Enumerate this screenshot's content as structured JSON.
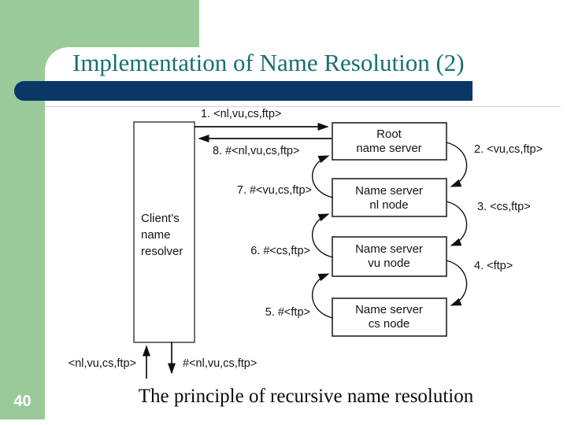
{
  "slide": {
    "title": "Implementation of Name Resolution (2)",
    "caption": "The principle of recursive name resolution",
    "page_number": "40"
  },
  "colors": {
    "sidebar_green": "#9aca9a",
    "bar_navy": "#0a3766",
    "title_teal": "#177070",
    "diagram_ink": "#111111"
  },
  "diagram": {
    "client_box": {
      "line1": "Client's",
      "line2": "name",
      "line3": "resolver"
    },
    "servers": [
      {
        "line1": "Root",
        "line2": "name server"
      },
      {
        "line1": "Name server",
        "line2": "nl node"
      },
      {
        "line1": "Name server",
        "line2": "vu node"
      },
      {
        "line1": "Name server",
        "line2": "cs node"
      }
    ],
    "labels": {
      "step1": "1. <nl,vu,cs,ftp>",
      "step2": "2. <vu,cs,ftp>",
      "step3": "3. <cs,ftp>",
      "step4": "4. <ftp>",
      "step5": "5. #<ftp>",
      "step6": "6. #<cs,ftp>",
      "step7": "7. #<vu,cs,ftp>",
      "step8": "8. #<nl,vu,cs,ftp>",
      "bottom_left": "<nl,vu,cs,ftp>",
      "bottom_right": "#<nl,vu,cs,ftp>"
    }
  }
}
